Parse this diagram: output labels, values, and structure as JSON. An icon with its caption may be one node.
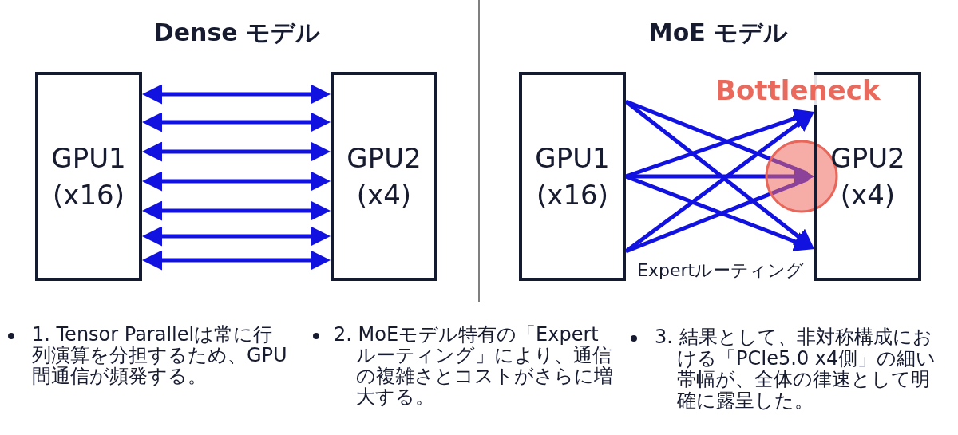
{
  "diagram": {
    "nodes": [
      {
        "text": [
          "GPU1 (x16)"
        ]
      },
      {
        "text": [
          "GPU2 (x4)"
        ]
      },
      {
        "text": [
          "GPU1 (x16)"
        ]
      },
      {
        "text": [
          "GPU2 (x4)"
        ]
      }
    ],
    "edges": [
      {
        "from": 0,
        "to": 1,
        "arrow": "both"
      },
      {
        "from": 0,
        "to": 1,
        "arrow": "both"
      },
      {
        "from": 0,
        "to": 1,
        "arrow": "both"
      },
      {
        "from": 0,
        "to": 1,
        "arrow": "both"
      },
      {
        "from": 0,
        "to": 1,
        "arrow": "both"
      },
      {
        "from": 0,
        "to": 1,
        "arrow": "both"
      },
      {
        "from": 0,
        "to": 1,
        "arrow": "both"
      },
      {
        "from": 2,
        "to": 3,
        "arrow": "to"
      },
      {
        "from": 2,
        "to": 3,
        "arrow": "to"
      },
      {
        "from": 2,
        "to": 3,
        "arrow": "to"
      },
      {
        "from": 2,
        "to": 3,
        "arrow": "to"
      },
      {
        "from": 2,
        "to": 3,
        "arrow": "to"
      },
      {
        "from": 2,
        "to": 3,
        "arrow": "to"
      },
      {
        "from": 2,
        "to": 3,
        "arrow": "to"
      }
    ],
    "labels": [
      "Dense モデル",
      "MoE モデル",
      "Bottleneck",
      "Expertルーティング",
      "1. Tensor Parallelは常に行列演算を分担するため、GPU間通信が頻発する。",
      "2. MoEモデル特有の「Expertルーティング」により、通信の複雑さとコストがさらに増大する。",
      "3. 結果として、非対称構成における「PCIe5.0 x4側」の細い帯幅が、全体の律速として明確に露呈した。"
    ]
  }
}
